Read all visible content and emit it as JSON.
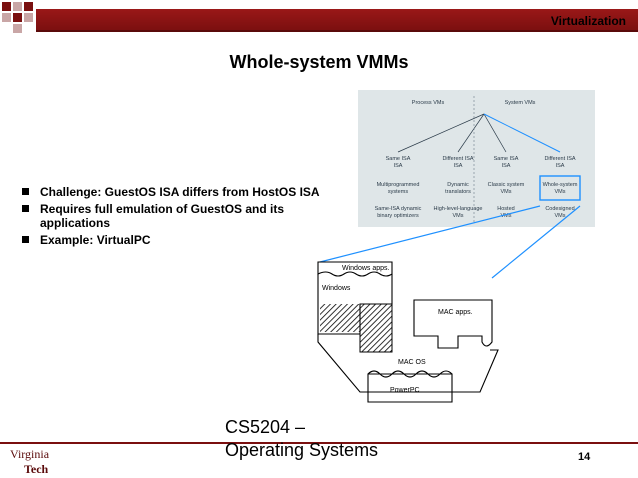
{
  "header": {
    "section_label": "Virtualization"
  },
  "slide": {
    "title": "Whole-system VMMs",
    "bullets": [
      "Challenge: GuestOS ISA differs from HostOS ISA",
      "Requires full emulation of GuestOS and its applications",
      "Example: VirtualPC"
    ]
  },
  "taxonomy": {
    "root_left": "Process VMs",
    "root_right": "System VMs",
    "level1": [
      "Same ISA",
      "Different ISA",
      "Same ISA",
      "Different ISA"
    ],
    "level2_line1": [
      "Multiprogrammed",
      "Dynamic",
      "Classic system",
      "Whole-system"
    ],
    "level2_line2": [
      "systems",
      "translators",
      "VMs",
      "VMs"
    ],
    "level3_line1": [
      "Same-ISA dynamic",
      "High-level-language",
      "Hosted",
      "Codesigned"
    ],
    "level3_line2": [
      "binary optimizers",
      "VMs",
      "VMs",
      "VMs"
    ]
  },
  "vm_stack": {
    "windows_apps": "Windows apps.",
    "windows": "Windows",
    "mac_apps": "MAC apps.",
    "mac_os": "MAC OS",
    "powerpc": "PowerPC"
  },
  "footer": {
    "course_line1": "CS5204 –",
    "course_line2": "Operating Systems",
    "page_number": "14",
    "logo_line1": "Virginia",
    "logo_line2": "Tech"
  },
  "colors": {
    "maroon": "#7a0f0f",
    "highlight_blue": "#1e90ff",
    "diagram_bg": "#dfe6e8"
  }
}
